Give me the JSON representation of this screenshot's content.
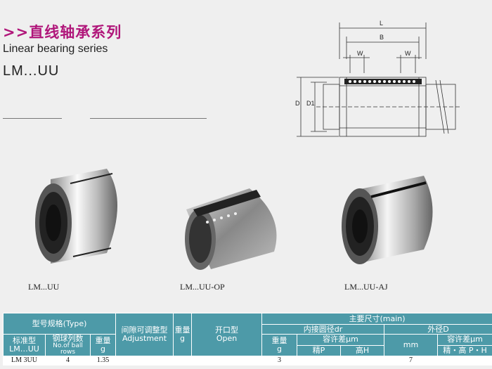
{
  "header": {
    "title_cn": ">>直线轴承系列",
    "title_en": "Linear bearing series",
    "model_code": "LM...UU"
  },
  "drawing": {
    "labels": {
      "L": "L",
      "B": "B",
      "W_left": "W",
      "W_right": "W",
      "D": "D",
      "D1": "D1"
    }
  },
  "products": [
    {
      "caption": "LM...UU"
    },
    {
      "caption": "LM...UU-OP"
    },
    {
      "caption": "LM...UU-AJ"
    }
  ],
  "table": {
    "type_group": "型号规格(Type)",
    "std_type": "标准型",
    "std_type_code": "LM…UU",
    "balls_cn": "钢球列数",
    "balls_en": "No.of ball rows",
    "weight_cn": "重量",
    "weight_unit": "g",
    "adjust_cn": "间隙可调整型",
    "adjust_en": "Adjustment",
    "adjust_weight_cn": "重量",
    "adjust_weight_unit": "g",
    "open_cn": "开口型",
    "open_en": "Open",
    "main_dims": "主要尺寸(main)",
    "inner_dia": "内接圆径dr",
    "outer_dia": "外径D",
    "open_weight_cn": "重量",
    "open_weight_unit": "g",
    "tol_cn": "容许差μm",
    "precise_p": "精P",
    "high_h": "高H",
    "mm_unit": "mm",
    "outer_tol_cn": "容许差μm",
    "precise_high": "精・高 P・H",
    "row1": [
      "LM 3UU",
      "4",
      "1.35",
      "",
      "",
      "",
      "3",
      "",
      "",
      "7",
      ""
    ]
  }
}
